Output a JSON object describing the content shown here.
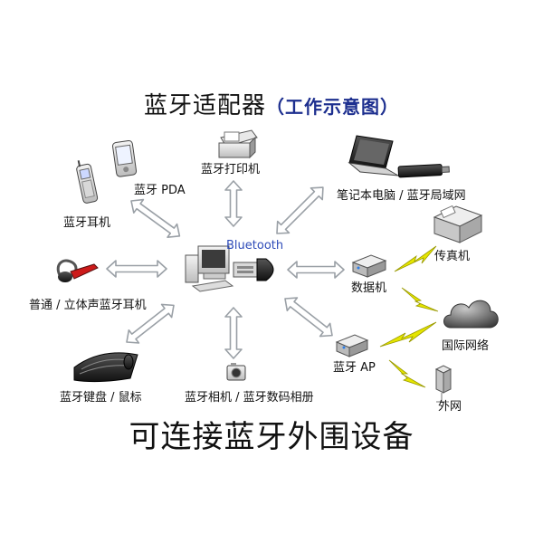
{
  "title": {
    "main": "蓝牙适配器",
    "paren_open": "（",
    "sub": "工作示意图",
    "paren_close": "）"
  },
  "hub": {
    "brand": "Bluetooth"
  },
  "devices": [
    {
      "id": "printer",
      "label": "蓝牙打印机"
    },
    {
      "id": "pda",
      "label": "蓝牙 PDA"
    },
    {
      "id": "phone",
      "label": "蓝牙耳机"
    },
    {
      "id": "headset",
      "label": "普通 / 立体声蓝牙耳机"
    },
    {
      "id": "keyboard",
      "label": "蓝牙键盘 / 鼠标"
    },
    {
      "id": "camera",
      "label": "蓝牙相机 / 蓝牙数码相册"
    },
    {
      "id": "ap",
      "label": "蓝牙 AP"
    },
    {
      "id": "modem",
      "label": "数据机"
    },
    {
      "id": "laptop",
      "label": "笔记本电脑 / 蓝牙局域网"
    },
    {
      "id": "fax",
      "label": "传真机"
    },
    {
      "id": "internet",
      "label": "国际网络"
    },
    {
      "id": "extnet",
      "label": "外网"
    }
  ],
  "footer": "可连接蓝牙外围设备",
  "colors": {
    "arrow_fill": "#ffffff",
    "arrow_stroke": "#9aa0a6",
    "bolt": "#e6e600",
    "bolt_stroke": "#9a9a00",
    "accent_blue": "#1d2f8f"
  }
}
